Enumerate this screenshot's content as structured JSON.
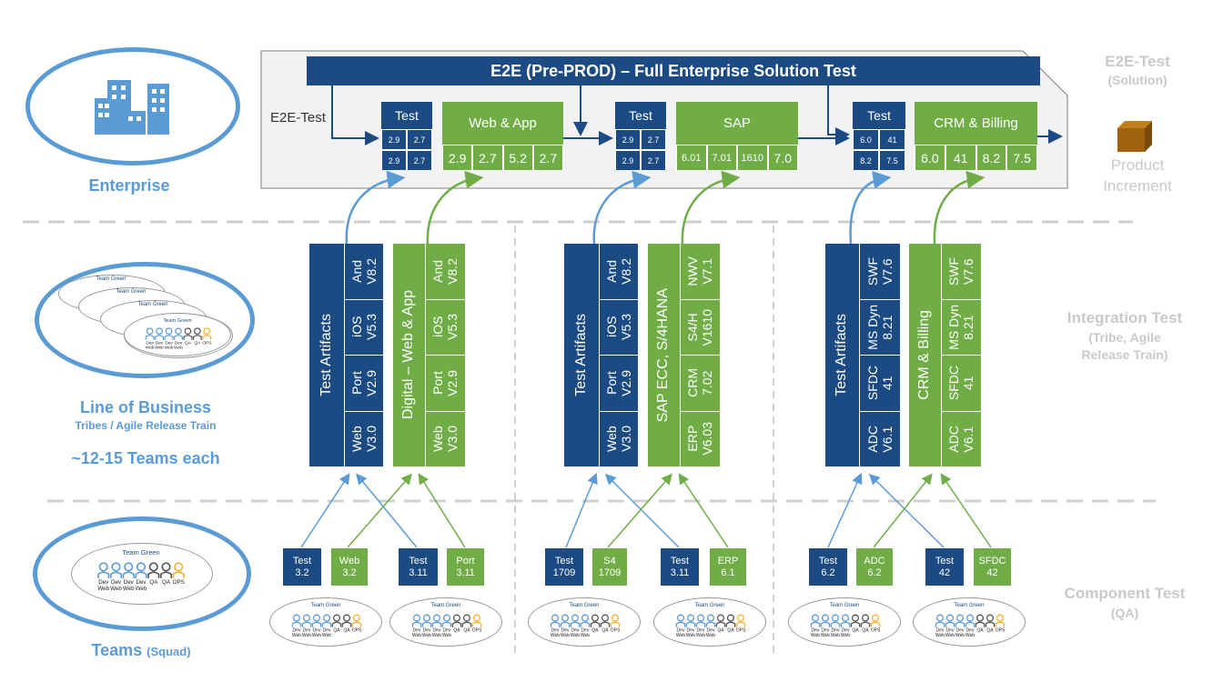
{
  "left": {
    "enterprise": "Enterprise",
    "lob_title": "Line of Business",
    "lob_sub": "Tribes / Agile Release Train",
    "teams_each": "~12-15  Teams each",
    "teams": "Teams",
    "squad": "(Squad)"
  },
  "right": {
    "e2e_title": "E2E-Test",
    "e2e_sub": "(Solution)",
    "product_l1": "Product",
    "product_l2": "Increment",
    "integ_title": "Integration  Test",
    "integ_l2": "(Tribe, Agile",
    "integ_l3": "Release Train)",
    "comp_title": "Component  Test",
    "comp_sub": "(QA)"
  },
  "e2e": {
    "banner": "E2E (Pre-PROD) – Full Enterprise Solution Test",
    "label": "E2E-Test",
    "groups": [
      {
        "test": "Test",
        "test_cells": [
          "2.9",
          "2.7",
          "2.9",
          "2.7"
        ],
        "app": "Web & App",
        "app_cells": [
          "2.9",
          "2.7",
          "5.2",
          "2.7"
        ]
      },
      {
        "test": "Test",
        "test_cells": [
          "2.9",
          "2.7",
          "2.9",
          "2.7"
        ],
        "app": "SAP",
        "app_cells": [
          "6.01",
          "7.01",
          "1610",
          "7.0"
        ]
      },
      {
        "test": "Test",
        "test_cells": [
          "6.0",
          "41",
          "8.2",
          "7.5"
        ],
        "app": "CRM & Billing",
        "app_cells": [
          "6.0",
          "41",
          "8.2",
          "7.5"
        ]
      }
    ]
  },
  "integration": [
    {
      "artifacts": "Test Artifacts",
      "artifact_items": [
        [
          "And",
          "V8.2"
        ],
        [
          "iOS",
          "V5.3"
        ],
        [
          "Port",
          "V2.9"
        ],
        [
          "Web",
          "V3.0"
        ]
      ],
      "app": "Digital – Web & App",
      "app_items": [
        [
          "And",
          "V8.2"
        ],
        [
          "iOS",
          "V5.3"
        ],
        [
          "Port",
          "V2.9"
        ],
        [
          "Web",
          "V3.0"
        ]
      ]
    },
    {
      "artifacts": "Test Artifacts",
      "artifact_items": [
        [
          "And",
          "V8.2"
        ],
        [
          "iOS",
          "V5.3"
        ],
        [
          "Port",
          "V2.9"
        ],
        [
          "Web",
          "V3.0"
        ]
      ],
      "app": "SAP ECC, S/4HANA",
      "app_items": [
        [
          "NWV",
          "V7.1"
        ],
        [
          "S4/H",
          "V1610"
        ],
        [
          "CRM",
          "7.02"
        ],
        [
          "ERP",
          "V6.03"
        ]
      ]
    },
    {
      "artifacts": "Test Artifacts",
      "artifact_items": [
        [
          "SWF",
          "V7.6"
        ],
        [
          "MS Dyn",
          "8.21"
        ],
        [
          "SFDC",
          "41"
        ],
        [
          "ADC",
          "V6.1"
        ]
      ],
      "app": "CRM & Billing",
      "app_items": [
        [
          "SWF",
          "V7.6"
        ],
        [
          "MS Dyn",
          "8.21"
        ],
        [
          "SFDC",
          "41"
        ],
        [
          "ADC",
          "V6.1"
        ]
      ]
    }
  ],
  "components": [
    {
      "kind": "navy",
      "l1": "Test",
      "l2": "3.2"
    },
    {
      "kind": "green",
      "l1": "Web",
      "l2": "3.2"
    },
    {
      "kind": "navy",
      "l1": "Test",
      "l2": "3.11"
    },
    {
      "kind": "green",
      "l1": "Port",
      "l2": "3.11"
    },
    {
      "kind": "navy",
      "l1": "Test",
      "l2": "1709"
    },
    {
      "kind": "green",
      "l1": "S4",
      "l2": "1709"
    },
    {
      "kind": "navy",
      "l1": "Test",
      "l2": "3.11"
    },
    {
      "kind": "green",
      "l1": "ERP",
      "l2": "6.1"
    },
    {
      "kind": "navy",
      "l1": "Test",
      "l2": "6.2"
    },
    {
      "kind": "green",
      "l1": "ADC",
      "l2": "6.2"
    },
    {
      "kind": "navy",
      "l1": "Test",
      "l2": "42"
    },
    {
      "kind": "green",
      "l1": "SFDC",
      "l2": "42"
    }
  ],
  "team": {
    "name": "Team Green",
    "roles": [
      "Dev Web",
      "Dev Web",
      "Dev Web",
      "Dev Web",
      "QA",
      "QA",
      "OPS"
    ]
  },
  "colors": {
    "navy": "#1b4b82",
    "green": "#70ad47",
    "light_blue": "#5b9bd5",
    "gray_label": "#c9c9c9",
    "orange": "#f2b233"
  },
  "icons": {
    "enterprise": "buildings-icon",
    "product": "box-icon"
  }
}
